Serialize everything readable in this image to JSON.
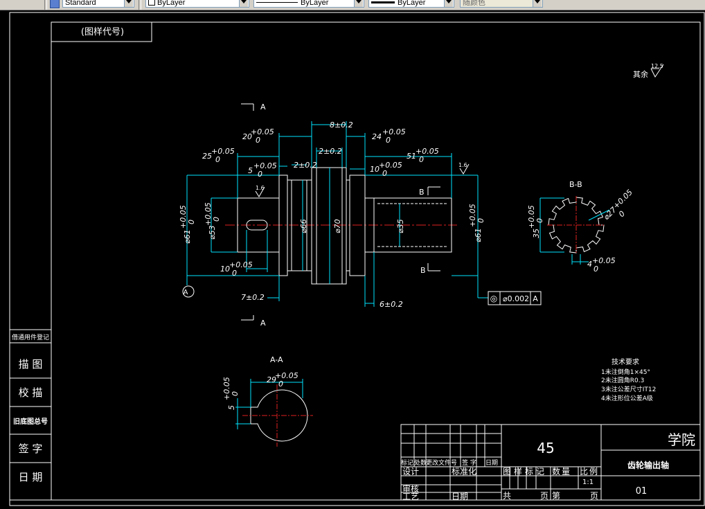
{
  "toolbar": {
    "text_style": "Standard",
    "layer": "ByLayer",
    "linetype": "ByLayer",
    "lineweight": "ByLayer",
    "plot_color": "随颜色"
  },
  "drawing": {
    "corner_label": "(图样代号)",
    "surface_roughness_rest": "其余",
    "roughness_rest_value": "12.5",
    "roughness_16": "1.6",
    "datum_label": "A",
    "section_mark_a": "A",
    "section_mark_b": "B",
    "view_bb_label": "B-B",
    "view_aa_label": "A-A",
    "dims": {
      "d8": "8±0.2",
      "d20": "20",
      "d24": "24",
      "d2a": "2±0.2",
      "d25": "25",
      "d51": "51",
      "d5": "5",
      "d2b": "2±0.2",
      "d10a": "10",
      "d10b": "10",
      "d7": "7±0.2",
      "d6": "6±0.2",
      "phi61a": "⌀61",
      "phi53": "⌀53",
      "phi66": "⌀66",
      "phi70": "⌀70",
      "phi35": "⌀35",
      "phi61b": "⌀61",
      "d35": "35",
      "phi27": "⌀27",
      "d4": "4",
      "d29": "29",
      "d5s": "5",
      "tol_up": "+0.05",
      "tol_low": "0"
    },
    "tolerance_frame": {
      "symbol": "◎",
      "value": "⌀0.002",
      "datum": "A"
    },
    "tech_requirements": {
      "title": "技术要求",
      "items": [
        "1未注倒角1×45°",
        "2未注圆角R0.3",
        "3未注公差尺寸IT12",
        "4未注形位公差A级"
      ]
    }
  },
  "left_strip": {
    "items": [
      "借通用件登记",
      "描 图",
      "校 描",
      "旧底图总号",
      "签 字",
      "日 期"
    ]
  },
  "title_block": {
    "material": "45",
    "school": "学院",
    "part_name": "齿轮输出轴",
    "drawing_number": "01",
    "headers_row": [
      "标记",
      "处数",
      "更改文件号",
      "签 字",
      "日期"
    ],
    "design": "设计",
    "standardize": "标准化",
    "review": "审核",
    "process": "工艺",
    "date": "日期",
    "stage_mark": "图样标记",
    "weight": "数量",
    "scale": "比例",
    "scale_value": "1:1",
    "total": "共",
    "page_unit": "页",
    "page_no": "第",
    "page_unit2": "页"
  }
}
